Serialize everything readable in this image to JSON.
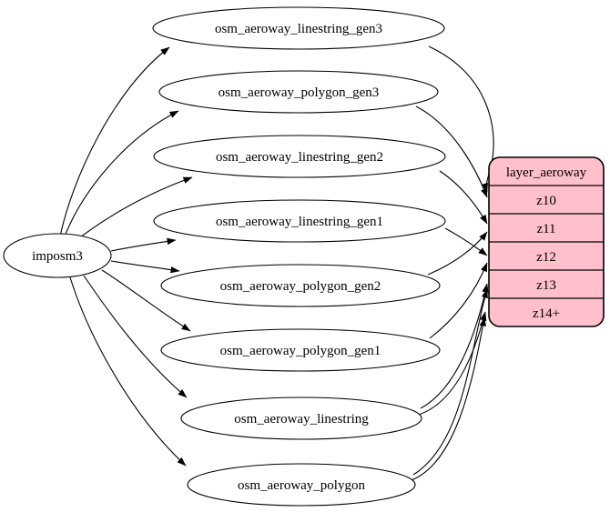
{
  "diagram": {
    "type": "etl-graph",
    "source": {
      "label": "imposm3"
    },
    "tables": [
      {
        "label": "osm_aeroway_linestring_gen3"
      },
      {
        "label": "osm_aeroway_polygon_gen3"
      },
      {
        "label": "osm_aeroway_linestring_gen2"
      },
      {
        "label": "osm_aeroway_linestring_gen1"
      },
      {
        "label": "osm_aeroway_polygon_gen2"
      },
      {
        "label": "osm_aeroway_polygon_gen1"
      },
      {
        "label": "osm_aeroway_linestring"
      },
      {
        "label": "osm_aeroway_polygon"
      }
    ],
    "layer": {
      "title": "layer_aeroway",
      "zoom_rows": [
        {
          "label": "z10"
        },
        {
          "label": "z11"
        },
        {
          "label": "z12"
        },
        {
          "label": "z13"
        },
        {
          "label": "z14+"
        }
      ]
    },
    "edges": [
      {
        "from": "imposm3",
        "to": "osm_aeroway_linestring_gen3"
      },
      {
        "from": "imposm3",
        "to": "osm_aeroway_polygon_gen3"
      },
      {
        "from": "imposm3",
        "to": "osm_aeroway_linestring_gen2"
      },
      {
        "from": "imposm3",
        "to": "osm_aeroway_linestring_gen1"
      },
      {
        "from": "imposm3",
        "to": "osm_aeroway_polygon_gen2"
      },
      {
        "from": "imposm3",
        "to": "osm_aeroway_polygon_gen1"
      },
      {
        "from": "imposm3",
        "to": "osm_aeroway_linestring"
      },
      {
        "from": "imposm3",
        "to": "osm_aeroway_polygon"
      },
      {
        "from": "osm_aeroway_linestring_gen3",
        "to": "layer_aeroway:z10"
      },
      {
        "from": "osm_aeroway_polygon_gen3",
        "to": "layer_aeroway:z10"
      },
      {
        "from": "osm_aeroway_linestring_gen2",
        "to": "layer_aeroway:z11"
      },
      {
        "from": "osm_aeroway_polygon_gen2",
        "to": "layer_aeroway:z11"
      },
      {
        "from": "osm_aeroway_linestring_gen1",
        "to": "layer_aeroway:z12"
      },
      {
        "from": "osm_aeroway_polygon_gen1",
        "to": "layer_aeroway:z12"
      },
      {
        "from": "osm_aeroway_linestring",
        "to": "layer_aeroway:z13"
      },
      {
        "from": "osm_aeroway_linestring",
        "to": "layer_aeroway:z14+"
      },
      {
        "from": "osm_aeroway_polygon",
        "to": "layer_aeroway:z13"
      },
      {
        "from": "osm_aeroway_polygon",
        "to": "layer_aeroway:z14+"
      }
    ],
    "colors": {
      "layer_fill": "#ffc0cb",
      "node_fill": "#ffffff",
      "stroke": "#000000",
      "text": "#000000",
      "background": "#ffffff"
    }
  }
}
